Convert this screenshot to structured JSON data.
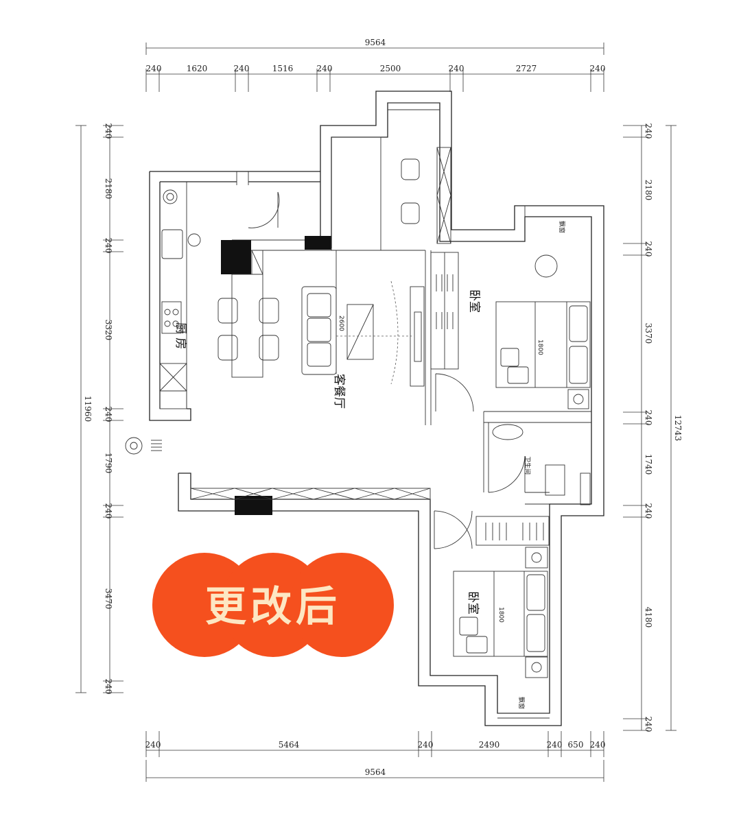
{
  "plan": {
    "badge": "更改后",
    "rooms": {
      "kitchen": "厨 房",
      "living_dining": "客餐厅",
      "bedroom_main": "卧室",
      "bedroom_second": "卧室",
      "bathroom": "卫生间",
      "bay_window_top": "飘窗",
      "bay_window_bottom": "飘窗",
      "bed_size_main": "1800",
      "bed_size_second": "1800",
      "sofa_size": "2600"
    },
    "dimensions": {
      "top_total": "9564",
      "top_segments": [
        "240",
        "1620",
        "240",
        "1516",
        "240",
        "2500",
        "240",
        "2727",
        "240"
      ],
      "bottom_total": "9564",
      "bottom_segments": [
        "240",
        "5464",
        "240",
        "2490",
        "240",
        "650",
        "240"
      ],
      "left_total": "11960",
      "left_segments": [
        "240",
        "2180",
        "240",
        "3320",
        "240",
        "1790",
        "240",
        "3470",
        "240"
      ],
      "right_total": "12743",
      "right_segments": [
        "240",
        "2180",
        "240",
        "3370",
        "240",
        "1740",
        "240",
        "4180",
        "240"
      ]
    },
    "colors": {
      "badge": "#f5501e",
      "badge_text": "#fde7c3",
      "line": "#222222",
      "solid_wall": "#111111"
    }
  }
}
